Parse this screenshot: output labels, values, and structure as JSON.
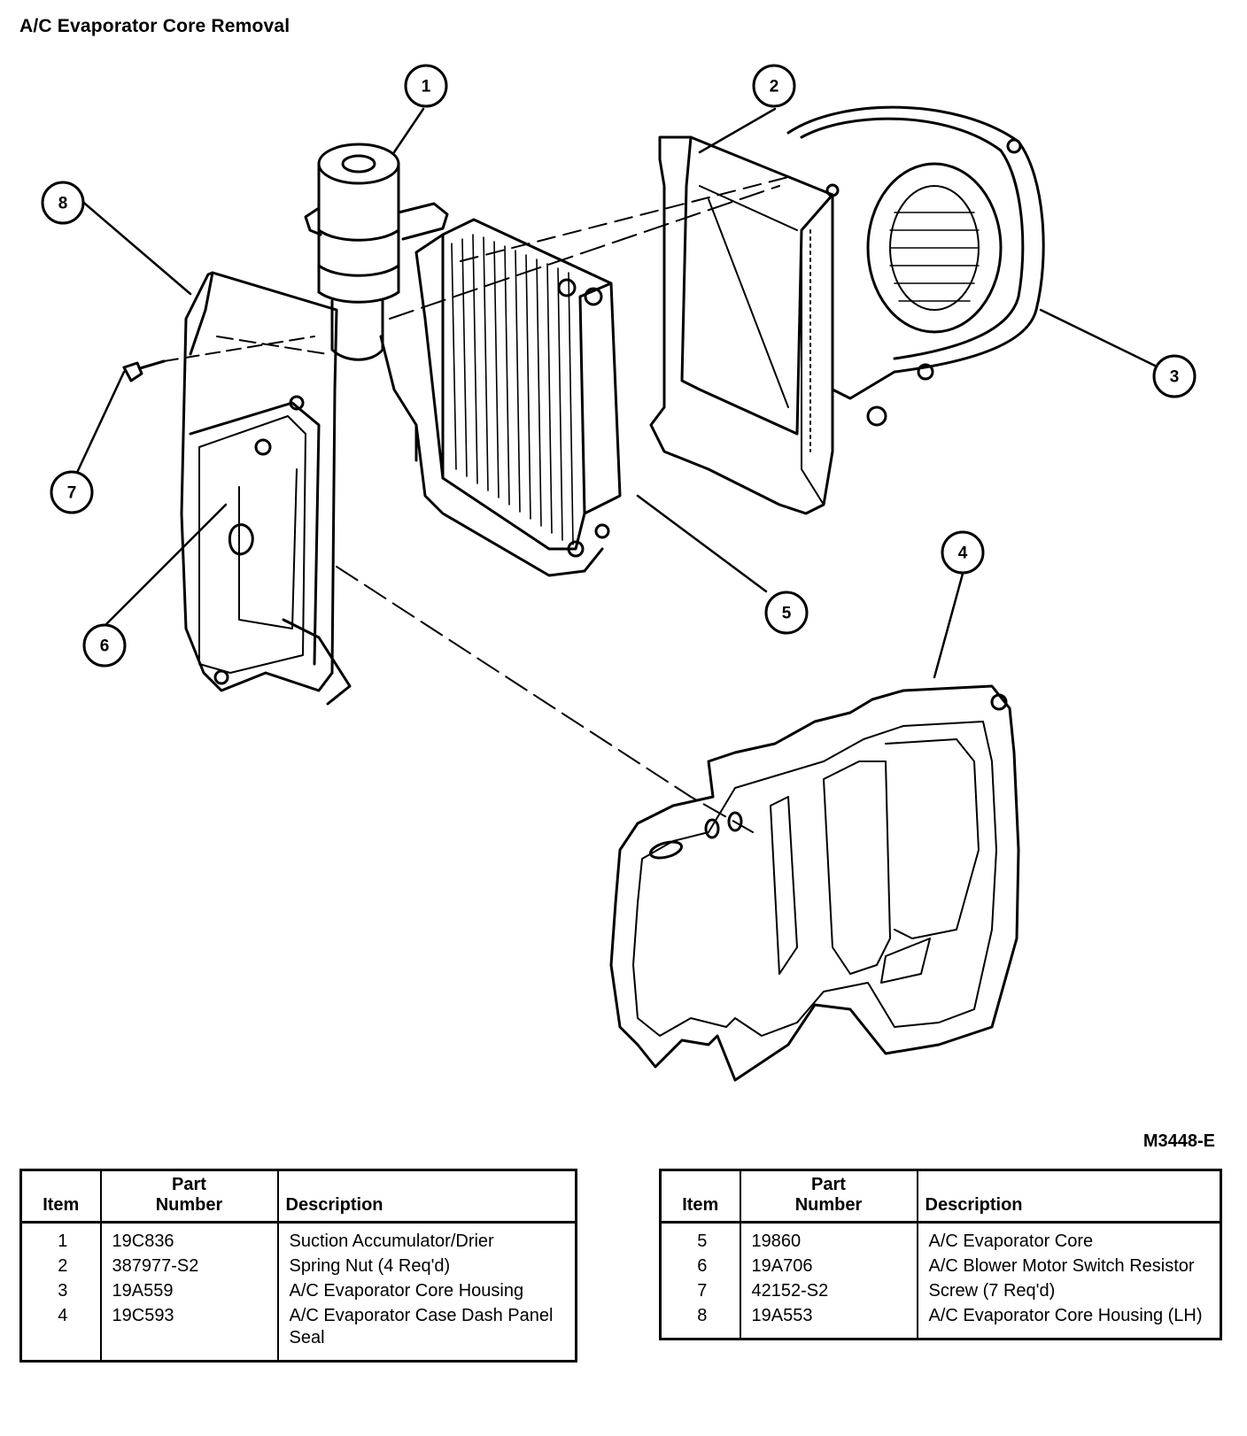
{
  "title": "A/C Evaporator Core Removal",
  "figure_code": "M3448-E",
  "callouts": [
    "1",
    "2",
    "3",
    "4",
    "5",
    "6",
    "7",
    "8"
  ],
  "table_headers": {
    "item": "Item",
    "part_number_line1": "Part",
    "part_number_line2": "Number",
    "description": "Description"
  },
  "parts_left": [
    {
      "item": "1",
      "part_number": "19C836",
      "description": "Suction Accumulator/Drier"
    },
    {
      "item": "2",
      "part_number": "387977-S2",
      "description": "Spring Nut (4 Req'd)"
    },
    {
      "item": "3",
      "part_number": "19A559",
      "description": "A/C Evaporator Core Housing"
    },
    {
      "item": "4",
      "part_number": "19C593",
      "description": "A/C Evaporator Case Dash Panel Seal"
    }
  ],
  "parts_right": [
    {
      "item": "5",
      "part_number": "19860",
      "description": "A/C Evaporator Core"
    },
    {
      "item": "6",
      "part_number": "19A706",
      "description": "A/C Blower Motor Switch Resistor"
    },
    {
      "item": "7",
      "part_number": "42152-S2",
      "description": "Screw (7 Req'd)"
    },
    {
      "item": "8",
      "part_number": "19A553",
      "description": "A/C Evaporator Core Housing (LH)"
    }
  ]
}
